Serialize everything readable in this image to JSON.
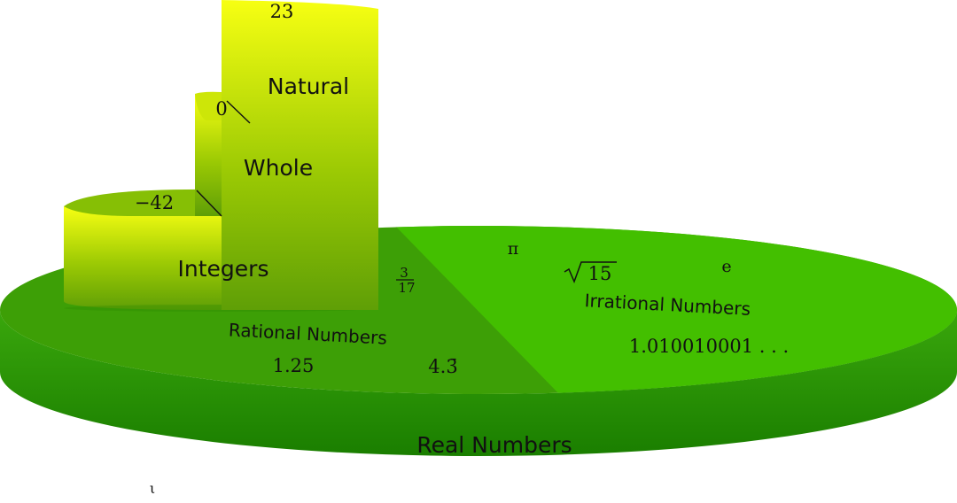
{
  "labels": {
    "real": "Real Numbers",
    "rational": "Rational Numbers",
    "irrational": "Irrational Numbers",
    "integers": "Integers",
    "whole": "Whole",
    "natural": "Natural"
  },
  "examples": {
    "natural": "23",
    "whole": "0",
    "integers": "−42",
    "fraction_num": "3",
    "fraction_den": "17",
    "rational_decimal": "1.25",
    "rational_repeating": "4.3̄",
    "pi": "π",
    "sqrt_radicand": "15",
    "e": "e",
    "irrational_decimal": "1.010010001 . . ."
  },
  "stray_glyph": "ι",
  "colors": {
    "disk_side_dark": "#1f8a00",
    "disk_top_rational": "#3c9e06",
    "disk_top_irrational": "#44c000",
    "tower_bottom": "#6aaa06",
    "tower_top": "#f4ff10"
  }
}
